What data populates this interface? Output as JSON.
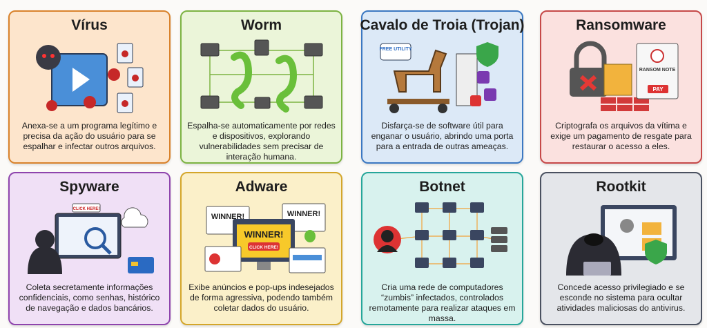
{
  "cards": [
    {
      "title": "Vírus",
      "description": "Anexa-se a um programa legítimo e precisa da ação do usuário para se espalhar e infectar outros arquivos.",
      "accent": "#d9822b",
      "background": "#fde5cc",
      "icon": "virus-infected-file-icon"
    },
    {
      "title": "Worm",
      "description": "Espalha-se automaticamente por redes e dispositivos, explorando vulnerabilidades sem precisar de interação humana.",
      "accent": "#7cb342",
      "background": "#ebf5d9",
      "icon": "worm-network-icon"
    },
    {
      "title": "Cavalo de Troia (Trojan)",
      "description": "Disfarça-se de software útil para enganar o usuário, abrindo uma porta para a entrada de outras ameaças.",
      "accent": "#3b78c2",
      "background": "#dce9f7",
      "icon": "trojan-horse-icon",
      "tag": "FREE UTILITY"
    },
    {
      "title": "Ransomware",
      "description": "Criptografa os arquivos da vítima e exige um pagamento de resgate para restaurar o acesso a eles.",
      "accent": "#c64848",
      "background": "#fbe1df",
      "icon": "padlock-ransom-note-icon",
      "note_title": "RANSOM NOTE",
      "pay_label": "PAY"
    },
    {
      "title": "Spyware",
      "description": "Coleta secretamente informações confidenciais, como senhas, histórico de navegação e dados bancários.",
      "accent": "#8e44ad",
      "background": "#f0e0f6",
      "icon": "spy-hacker-icon",
      "click_label": "CLICK HERE!"
    },
    {
      "title": "Adware",
      "description": "Exibe anúncios e pop-ups indesejados de forma agressiva, podendo também coletar dados do usuário.",
      "accent": "#d4a62a",
      "background": "#fbf0c9",
      "icon": "popup-ads-icon",
      "winner_label": "WINNER!",
      "click_label": "CLICK HERE!"
    },
    {
      "title": "Botnet",
      "description": "Cria uma rede de computadores “zumbis” infectados, controlados remotamente para realizar ataques em massa.",
      "accent": "#26a69a",
      "background": "#d8f2ee",
      "icon": "zombie-network-icon"
    },
    {
      "title": "Rootkit",
      "description": "Concede acesso privilegiado e se esconde no sistema para ocultar atividades maliciosas do antivirus.",
      "accent": "#4a5160",
      "background": "#e4e6ea",
      "icon": "hidden-hacker-icon"
    }
  ]
}
